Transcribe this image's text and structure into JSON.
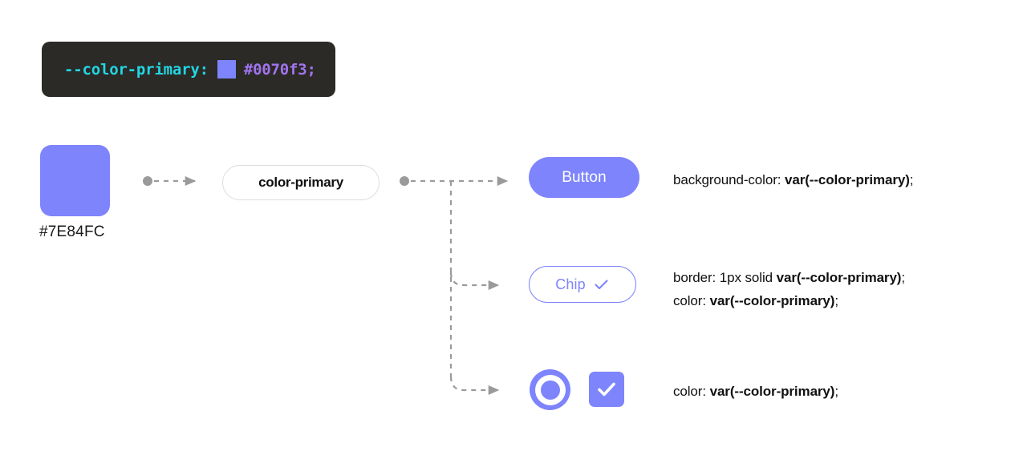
{
  "code_token": {
    "variable": "--color-primary:",
    "swatch_color": "#7E84FC",
    "value": "#0070f3;",
    "var_text_color": "#22d6e4",
    "value_text_color": "#a274ef",
    "background": "#2b2a26"
  },
  "source": {
    "swatch_color": "#7E84FC",
    "hex_caption": "#7E84FC"
  },
  "token": {
    "label": "color-primary",
    "border_color": "#dcdcdc"
  },
  "consumers": [
    {
      "name": "button",
      "label": "Button",
      "fill": "#7E84FC",
      "text_color": "#FFFFFF",
      "css": [
        {
          "prefix": "background-color: ",
          "bold": "var(--color-primary)",
          "suffix": ";"
        }
      ]
    },
    {
      "name": "chip",
      "label": "Chip",
      "fill": "#FFFFFF",
      "border_color": "#7E84FC",
      "text_color": "#7E84FC",
      "icon": "check-icon",
      "css": [
        {
          "prefix": "border: 1px solid ",
          "bold": "var(--color-primary)",
          "suffix": ";"
        },
        {
          "prefix": "color: ",
          "bold": "var(--color-primary)",
          "suffix": ";"
        }
      ]
    },
    {
      "name": "toggles",
      "label": "",
      "fill": "#7E84FC",
      "icons": [
        "radio-selected-icon",
        "checkbox-checked-icon"
      ],
      "css": [
        {
          "prefix": "color: ",
          "bold": "var(--color-primary)",
          "suffix": ";"
        }
      ]
    }
  ],
  "connectors": {
    "line_color": "#9a9a9a",
    "style": "dashed"
  }
}
